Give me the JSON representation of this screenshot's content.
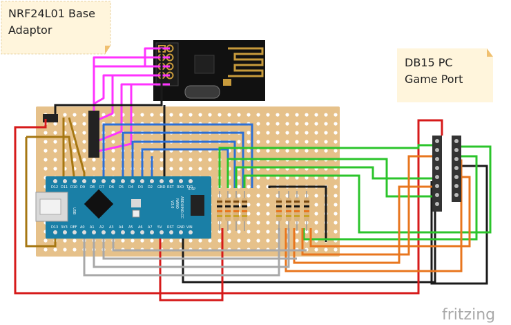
{
  "notes": {
    "nrf_line1": "NRF24L01 Base",
    "nrf_line2": "Adaptor",
    "db15_line1": "DB15 PC",
    "db15_line2": "Game Port"
  },
  "nano": {
    "top_pins": [
      "D12",
      "D11",
      "D10",
      "D9",
      "D8",
      "D7",
      "D6",
      "D5",
      "D4",
      "D3",
      "D2",
      "GND",
      "RST",
      "RX0",
      "TX1"
    ],
    "bottom_pins": [
      "D13",
      "3V3",
      "REF",
      "A0",
      "A1",
      "A2",
      "A3",
      "A4",
      "A5",
      "A6",
      "A7",
      "5V",
      "RST",
      "GND",
      "VIN"
    ],
    "usb_label": "USB",
    "icsp_label": "ICSP",
    "brand": "ARDUINO.CC",
    "model": "NANO",
    "version": "V3.0"
  },
  "logo": "fritzing",
  "colors": {
    "board": "#e6c18a",
    "hole": "#ffffff",
    "pcb": "#1a7fa6",
    "magenta": "#ff33ff",
    "green": "#2bc42b",
    "orange": "#e8761e",
    "red": "#d61a1a",
    "black": "#1a1a1a",
    "grey": "#a8a8a8",
    "blue": "#2c6fd6",
    "brown": "#a67712"
  }
}
